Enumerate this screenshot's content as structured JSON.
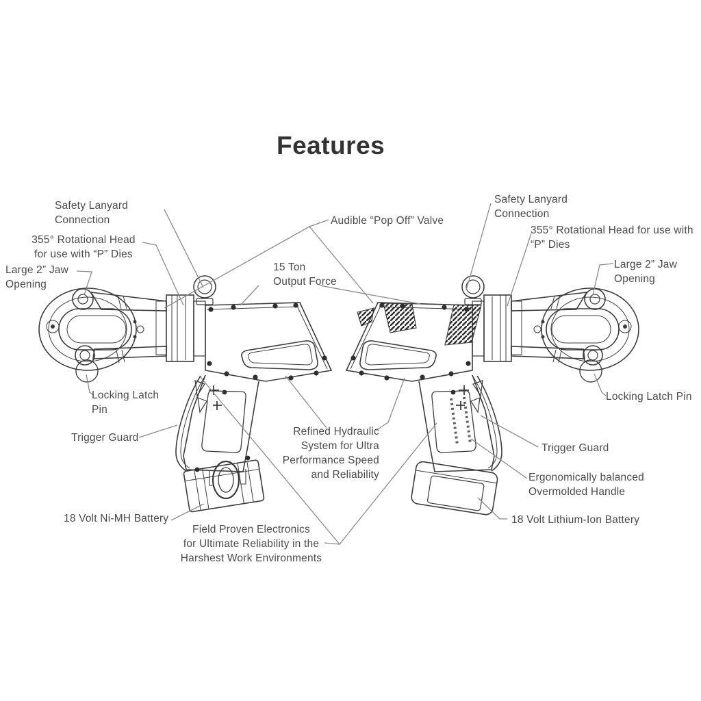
{
  "page": {
    "title": "Features",
    "background_color": "#ffffff",
    "text_color": "#4a4a4a",
    "title_color": "#333333",
    "drawing_color": "#3b3b3b",
    "leader_line_color": "#8a8a8a"
  },
  "labels": {
    "safety_lanyard_left": "Safety Lanyard\nConnection",
    "rotational_head_left": "355° Rotational Head\nfor use with “P” Dies",
    "large_jaw_left": "Large 2” Jaw\nOpening",
    "audible_pop_off": "Audible “Pop Off” Valve",
    "output_force": "15 Ton\nOutput Force",
    "safety_lanyard_right": "Safety Lanyard\nConnection",
    "rotational_head_right": "355° Rotational Head for use with\n“P” Dies",
    "large_jaw_right": "Large 2” Jaw\nOpening",
    "locking_latch_left": "Locking Latch\nPin",
    "trigger_guard_left": "Trigger Guard",
    "refined_hydraulic": "Refined Hydraulic\nSystem for Ultra\nPerformance Speed\nand Reliability",
    "trigger_guard_right": "Trigger Guard",
    "ergonomic_handle": "Ergonomically balanced\nOvermolded Handle",
    "locking_latch_right": "Locking Latch Pin",
    "nimh_battery": "18 Volt Ni-MH Battery",
    "lithium_battery": "18 Volt Lithium-Ion Battery",
    "field_proven": "Field Proven Electronics\nfor Ultimate Reliability in the\nHarshest Work Environments"
  }
}
